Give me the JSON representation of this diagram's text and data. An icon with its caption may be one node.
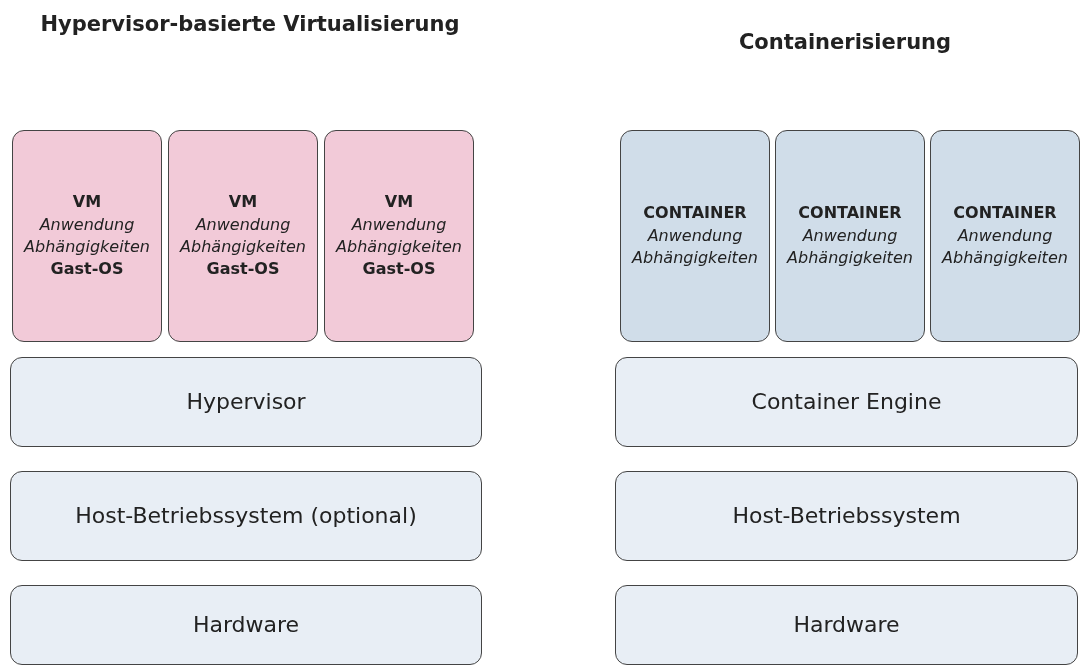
{
  "diagram": {
    "nodes": [
      {
        "text": [
          "VM",
          "Anwendung",
          "Abhängigkeiten",
          "Gast-OS"
        ]
      },
      {
        "text": [
          "VM",
          "Anwendung",
          "Abhängigkeiten",
          "Gast-OS"
        ]
      },
      {
        "text": [
          "VM",
          "Anwendung",
          "Abhängigkeiten",
          "Gast-OS"
        ]
      },
      {
        "text": [
          "Hypervisor"
        ]
      },
      {
        "text": [
          "Host-Betriebssystem (optional)"
        ]
      },
      {
        "text": [
          "Hardware"
        ]
      },
      {
        "text": [
          "CONTAINER",
          "Anwendung",
          "Abhängigkeiten"
        ]
      },
      {
        "text": [
          "CONTAINER",
          "Anwendung",
          "Abhängigkeiten"
        ]
      },
      {
        "text": [
          "CONTAINER",
          "Anwendung",
          "Abhängigkeiten"
        ]
      },
      {
        "text": [
          "Container Engine"
        ]
      },
      {
        "text": [
          "Host-Betriebssystem"
        ]
      },
      {
        "text": [
          "Hardware"
        ]
      }
    ],
    "labels": [
      "Hypervisor-basierte Virtualisierung",
      "Containerisierung"
    ]
  }
}
